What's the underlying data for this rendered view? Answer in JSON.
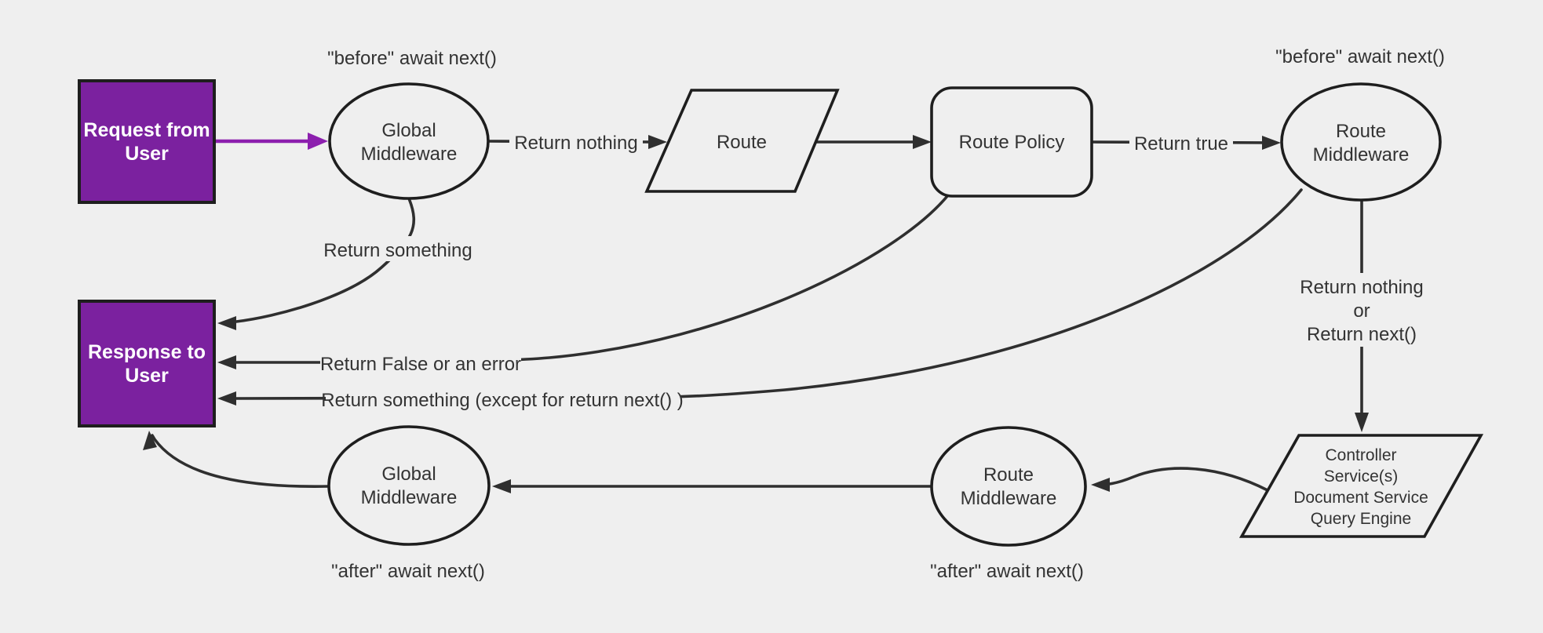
{
  "diagram": {
    "colors": {
      "background": "#efefef",
      "node_fill": "#efefef",
      "node_border": "#1e1e1e",
      "edge": "#2f2f2f",
      "accent_fill": "#7b219f",
      "accent_arrow": "#8c1fae",
      "text": "#333333",
      "box_text": "#ffffff"
    },
    "nodes": {
      "request": {
        "lines": [
          "Request from",
          "User"
        ]
      },
      "response": {
        "lines": [
          "Response to",
          "User"
        ]
      },
      "global_middleware_top": {
        "lines": [
          "Global",
          "Middleware"
        ]
      },
      "route": {
        "label": "Route"
      },
      "route_policy": {
        "label": "Route Policy"
      },
      "route_middleware_top": {
        "lines": [
          "Route",
          "Middleware"
        ]
      },
      "controller": {
        "lines": [
          "Controller",
          "Service(s)",
          "Document Service",
          "Query Engine"
        ]
      },
      "route_middleware_bottom": {
        "lines": [
          "Route",
          "Middleware"
        ]
      },
      "global_middleware_bottom": {
        "lines": [
          "Global",
          "Middleware"
        ]
      }
    },
    "edge_labels": {
      "before_await_left": "\"before\" await next()",
      "before_await_right": "\"before\" await next()",
      "return_nothing": "Return nothing",
      "return_true": "Return true",
      "return_something": "Return something",
      "return_false": "Return False or an error",
      "return_something_except": "Return something (except for return next() )",
      "return_nothing_or": [
        "Return nothing",
        "or",
        "Return next()"
      ],
      "after_await_left": "\"after\" await next()",
      "after_await_right": "\"after\" await next()"
    }
  }
}
